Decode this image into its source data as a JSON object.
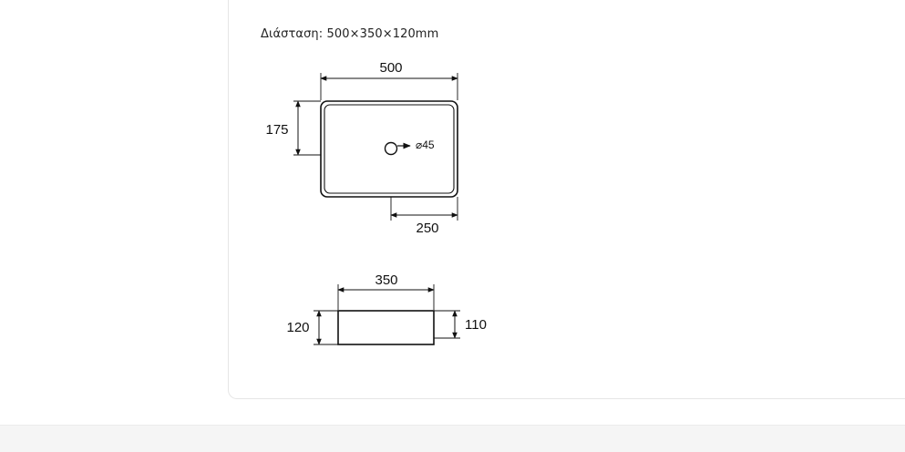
{
  "product": {
    "dimension_label": "Διάσταση: 500×350×120mm"
  },
  "top_view": {
    "width_label": "500",
    "height_label": "175",
    "offset_label": "250",
    "drain_label": "⌀45"
  },
  "side_view": {
    "depth_label": "350",
    "outer_height_label": "120",
    "inner_height_label": "110"
  }
}
